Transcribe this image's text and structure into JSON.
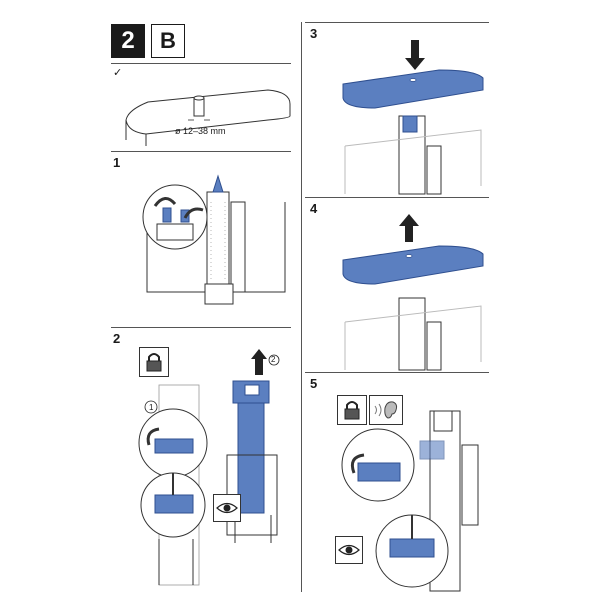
{
  "header": {
    "step_badge": "2",
    "variant_badge": "B",
    "check_mark": "✓"
  },
  "diameter_label": "ø 12–38 mm",
  "steps": {
    "s1": "1",
    "s2": "2",
    "s3": "3",
    "s4": "4",
    "s5": "5"
  },
  "callouts": {
    "c1": "1",
    "c2": "2"
  },
  "icons": {
    "lock": "padlock-icon",
    "ear": "ear-sound-icon",
    "eye": "eye-icon",
    "arrow_down": "arrow-down-icon",
    "arrow_up": "arrow-up-icon"
  },
  "colors": {
    "blue": "#5b7fc0",
    "blue_dark": "#2f4f8f",
    "line": "#333333",
    "ghost": "#bbbbbb"
  }
}
